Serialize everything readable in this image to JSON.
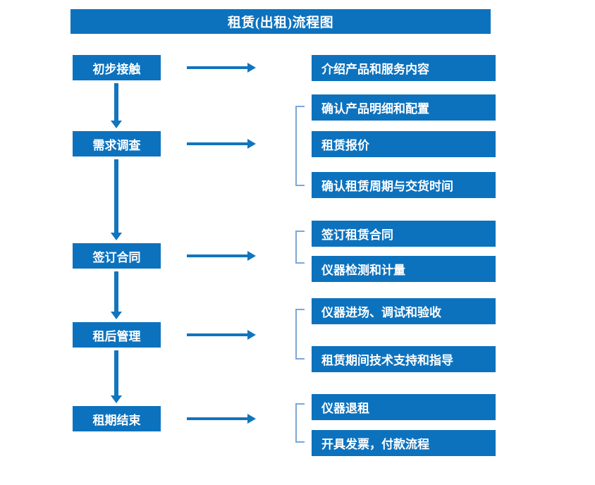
{
  "diagram": {
    "title": "租赁(出租)流程图",
    "type": "flowchart",
    "colors": {
      "box_fill": "#0D72BE",
      "box_text": "#FFFFFF",
      "arrow": "#1175BD",
      "bracket": "#7BA7D7",
      "background": "#FFFFFF"
    },
    "stages": [
      {
        "id": "stage-1",
        "label": "初步接触",
        "details": [
          "介绍产品和服务内容"
        ],
        "bracketed": false
      },
      {
        "id": "stage-2",
        "label": "需求调查",
        "details": [
          "确认产品明细和配置",
          "租赁报价",
          "确认租赁周期与交货时间"
        ],
        "bracketed": true
      },
      {
        "id": "stage-3",
        "label": "签订合同",
        "details": [
          "签订租赁合同",
          "仪器检测和计量"
        ],
        "bracketed": true
      },
      {
        "id": "stage-4",
        "label": "租后管理",
        "details": [
          "仪器进场、调试和验收",
          "租赁期间技术支持和指导"
        ],
        "bracketed": true
      },
      {
        "id": "stage-5",
        "label": "租期结束",
        "details": [
          "仪器退租",
          "开具发票，付款流程"
        ],
        "bracketed": true
      }
    ],
    "detail_boxes": [
      "介绍产品和服务内容",
      "确认产品明细和配置",
      "租赁报价",
      "确认租赁周期与交货时间",
      "签订租赁合同",
      "仪器检测和计量",
      "仪器进场、调试和验收",
      "租赁期间技术支持和指导",
      "仪器退租",
      "开具发票，付款流程"
    ],
    "flow_order": [
      "初步接触",
      "需求调查",
      "签订合同",
      "租后管理",
      "租期结束"
    ]
  }
}
